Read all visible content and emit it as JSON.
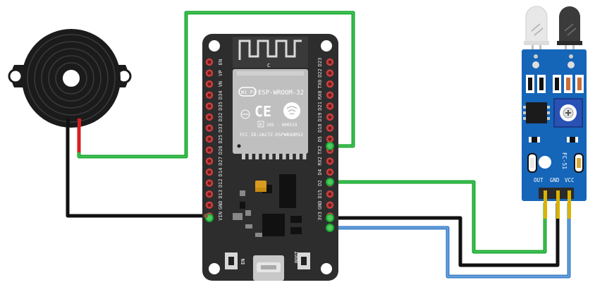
{
  "board": {
    "module_name": "ESP-WROOM-32",
    "wifi_logo": "Wi Fi",
    "ce_mark": "CE",
    "r_mark": "R",
    "r_code": "205 - 000519",
    "fcc_id": "FCC ID:2AC7Z-ESPWROOM32",
    "small_c": "C",
    "btn_en": "EN",
    "btn_boot": "BOOT",
    "left_pins": [
      "EN",
      "VP",
      "VN",
      "D34",
      "D35",
      "D32",
      "D33",
      "D25",
      "D26",
      "D27",
      "D14",
      "D12",
      "D13",
      "GND",
      "VIN"
    ],
    "right_pins": [
      "D23",
      "D22",
      "TX0",
      "RX0",
      "D21",
      "D19",
      "D18",
      "D5",
      "TX2",
      "RX2",
      "D4",
      "D2",
      "D15",
      "GND",
      "3V3"
    ]
  },
  "sensor": {
    "labels": [
      "OUT",
      "GND",
      "VCC"
    ],
    "model": "FC-51"
  },
  "colors": {
    "board": "#2d2d2d",
    "wire_green": "#1aa831",
    "wire_black": "#111111",
    "wire_blue": "#3a7fc9",
    "wire_red": "#d62020",
    "pcb_blue": "#1565b8",
    "header_yellow": "#d9b300"
  },
  "icons": [
    "buzzer-icon",
    "ir-led-icon",
    "photodiode-icon",
    "potentiometer-icon",
    "usb-port-icon"
  ]
}
